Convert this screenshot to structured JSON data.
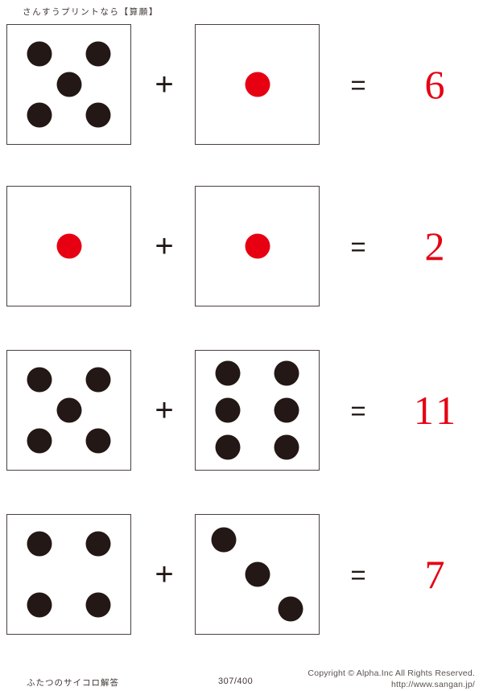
{
  "header": {
    "text": "さんすうプリントなら【算願】"
  },
  "colors": {
    "pip_black": "#231815",
    "pip_red": "#e60012",
    "answer_red": "#e60012",
    "border": "#4a403d",
    "paper": "#ffffff"
  },
  "symbols": {
    "plus": "+",
    "equals": "="
  },
  "problems": [
    {
      "id": "problem-1",
      "left_die": {
        "value": 5,
        "pip_color": "black",
        "pips": [
          [
            26,
            24
          ],
          [
            74,
            24
          ],
          [
            50,
            50
          ],
          [
            26,
            76
          ],
          [
            74,
            76
          ]
        ]
      },
      "right_die": {
        "value": 1,
        "pip_color": "red",
        "pips": [
          [
            50,
            50
          ]
        ]
      },
      "operator": "+",
      "equals": "=",
      "answer": "6"
    },
    {
      "id": "problem-2",
      "left_die": {
        "value": 1,
        "pip_color": "red",
        "pips": [
          [
            50,
            50
          ]
        ]
      },
      "right_die": {
        "value": 1,
        "pip_color": "red",
        "pips": [
          [
            50,
            50
          ]
        ]
      },
      "operator": "+",
      "equals": "=",
      "answer": "2"
    },
    {
      "id": "problem-3",
      "left_die": {
        "value": 5,
        "pip_color": "black",
        "pips": [
          [
            26,
            24
          ],
          [
            74,
            24
          ],
          [
            50,
            50
          ],
          [
            26,
            76
          ],
          [
            74,
            76
          ]
        ]
      },
      "right_die": {
        "value": 6,
        "pip_color": "black",
        "pips": [
          [
            26,
            19
          ],
          [
            74,
            19
          ],
          [
            26,
            50
          ],
          [
            74,
            50
          ],
          [
            26,
            81
          ],
          [
            74,
            81
          ]
        ]
      },
      "operator": "+",
      "equals": "=",
      "answer": "11"
    },
    {
      "id": "problem-4",
      "left_die": {
        "value": 4,
        "pip_color": "black",
        "pips": [
          [
            26,
            24
          ],
          [
            74,
            24
          ],
          [
            26,
            76
          ],
          [
            74,
            76
          ]
        ]
      },
      "right_die": {
        "value": 3,
        "pip_color": "black",
        "pips": [
          [
            23,
            21
          ],
          [
            50,
            50
          ],
          [
            77,
            79
          ]
        ]
      },
      "operator": "+",
      "equals": "=",
      "answer": "7"
    }
  ],
  "footer": {
    "title": "ふたつのサイコロ解答",
    "page": "307/400",
    "copyright": "Copyright ©  Alpha.Inc All Rights Reserved.",
    "url": "http://www.sangan.jp/"
  }
}
